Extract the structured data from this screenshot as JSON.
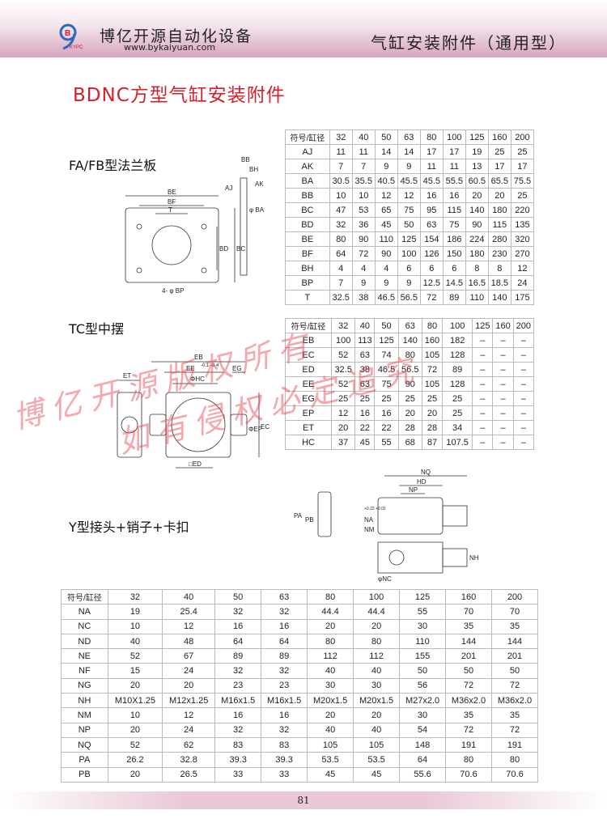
{
  "header": {
    "logo_text": "KYPC",
    "company": "博亿开源自动化设备",
    "url": "www.bykaiyuan.com",
    "section_title": "气缸安装附件（通用型）"
  },
  "page_title": "BDNC方型气缸安装附件",
  "sections": {
    "fa_fb": "FA/FB型法兰板",
    "tc": "TC型中摆",
    "y": "Y型接头+销子+卡扣"
  },
  "watermark": {
    "line1": "博亿开源版权所有",
    "line2": "如有侵权必定追究"
  },
  "drawing_labels": {
    "fa": {
      "be": "BE",
      "bf": "BF",
      "t": "T",
      "bd": "BD",
      "bc": "BC",
      "bp": "4- φ BP",
      "aj": "AJ",
      "ak": "AK",
      "bb": "BB",
      "bh": "BH",
      "ba": "φ BA"
    },
    "tc": {
      "eb": "EB",
      "ee": "EE",
      "tol": "-0.1 -0.4",
      "eg": "EG",
      "et": "ET",
      "hc": "ΦHC",
      "ep": "ΦEP",
      "ec": "EC",
      "ed": "□ED"
    },
    "y": {
      "nq": "NQ",
      "hd": "HD",
      "np": "NP",
      "na": "NA",
      "nm": "NM",
      "tol": "+0.22 +0.02",
      "pa": "PA",
      "pb": "PB",
      "nh": "NH",
      "nc": "φNC"
    }
  },
  "table1": {
    "header": [
      "符号/缸径",
      "32",
      "40",
      "50",
      "63",
      "80",
      "100",
      "125",
      "160",
      "200"
    ],
    "rows": [
      [
        "AJ",
        "11",
        "11",
        "14",
        "14",
        "17",
        "17",
        "19",
        "25",
        "25"
      ],
      [
        "AK",
        "7",
        "7",
        "9",
        "9",
        "11",
        "11",
        "13",
        "17",
        "17"
      ],
      [
        "BA",
        "30.5",
        "35.5",
        "40.5",
        "45.5",
        "45.5",
        "55.5",
        "60.5",
        "65.5",
        "75.5"
      ],
      [
        "BB",
        "10",
        "10",
        "12",
        "12",
        "16",
        "16",
        "20",
        "20",
        "25"
      ],
      [
        "BC",
        "47",
        "53",
        "65",
        "75",
        "95",
        "115",
        "140",
        "180",
        "220"
      ],
      [
        "BD",
        "32",
        "36",
        "45",
        "50",
        "63",
        "75",
        "90",
        "115",
        "135"
      ],
      [
        "BE",
        "80",
        "90",
        "110",
        "125",
        "154",
        "186",
        "224",
        "280",
        "320"
      ],
      [
        "BF",
        "64",
        "72",
        "90",
        "100",
        "126",
        "150",
        "180",
        "230",
        "270"
      ],
      [
        "BH",
        "4",
        "4",
        "4",
        "6",
        "6",
        "6",
        "8",
        "8",
        "12"
      ],
      [
        "BP",
        "7",
        "9",
        "9",
        "9",
        "12.5",
        "14.5",
        "16.5",
        "18.5",
        "24"
      ],
      [
        "T",
        "32.5",
        "38",
        "46.5",
        "56.5",
        "72",
        "89",
        "110",
        "140",
        "175"
      ]
    ]
  },
  "table2": {
    "header": [
      "符号/缸径",
      "32",
      "40",
      "50",
      "63",
      "80",
      "100",
      "125",
      "160",
      "200"
    ],
    "rows": [
      [
        "EB",
        "100",
        "113",
        "125",
        "140",
        "160",
        "182",
        "–",
        "–",
        "–"
      ],
      [
        "EC",
        "52",
        "63",
        "74",
        "80",
        "105",
        "128",
        "–",
        "–",
        "–"
      ],
      [
        "ED",
        "32.5",
        "38",
        "46.5",
        "56.5",
        "72",
        "89",
        "–",
        "–",
        "–"
      ],
      [
        "EE",
        "52",
        "63",
        "75",
        "90",
        "105",
        "128",
        "–",
        "–",
        "–"
      ],
      [
        "EG",
        "25",
        "25",
        "25",
        "25",
        "25",
        "25",
        "–",
        "–",
        "–"
      ],
      [
        "EP",
        "12",
        "16",
        "16",
        "20",
        "20",
        "25",
        "–",
        "–",
        "–"
      ],
      [
        "ET",
        "20",
        "22",
        "22",
        "28",
        "28",
        "34",
        "–",
        "–",
        "–"
      ],
      [
        "HC",
        "37",
        "45",
        "55",
        "68",
        "87",
        "107.5",
        "–",
        "–",
        "–"
      ]
    ]
  },
  "table3": {
    "header": [
      "符号/缸径",
      "32",
      "40",
      "50",
      "63",
      "80",
      "100",
      "125",
      "160",
      "200"
    ],
    "rows": [
      [
        "NA",
        "19",
        "25.4",
        "32",
        "32",
        "44.4",
        "44.4",
        "55",
        "70",
        "70"
      ],
      [
        "NC",
        "10",
        "12",
        "16",
        "16",
        "20",
        "20",
        "30",
        "35",
        "35"
      ],
      [
        "ND",
        "40",
        "48",
        "64",
        "64",
        "80",
        "80",
        "110",
        "144",
        "144"
      ],
      [
        "NE",
        "52",
        "67",
        "89",
        "89",
        "112",
        "112",
        "155",
        "201",
        "201"
      ],
      [
        "NF",
        "15",
        "24",
        "32",
        "32",
        "40",
        "40",
        "50",
        "50",
        "50"
      ],
      [
        "NG",
        "20",
        "20",
        "23",
        "23",
        "30",
        "30",
        "56",
        "72",
        "72"
      ],
      [
        "NH",
        "M10X1.25",
        "M12x1.25",
        "M16x1.5",
        "M16x1.5",
        "M20x1.5",
        "M20x1.5",
        "M27x2.0",
        "M36x2.0",
        "M36x2.0"
      ],
      [
        "NM",
        "10",
        "12",
        "16",
        "16",
        "20",
        "20",
        "30",
        "35",
        "35"
      ],
      [
        "NP",
        "20",
        "24",
        "32",
        "32",
        "40",
        "40",
        "54",
        "72",
        "72"
      ],
      [
        "NQ",
        "52",
        "62",
        "83",
        "83",
        "105",
        "105",
        "148",
        "191",
        "191"
      ],
      [
        "PA",
        "26.2",
        "32.8",
        "39.3",
        "39.3",
        "53.5",
        "53.5",
        "64",
        "80",
        "80"
      ],
      [
        "PB",
        "20",
        "26.5",
        "33",
        "33",
        "45",
        "45",
        "55.6",
        "70.6",
        "70.6"
      ]
    ]
  },
  "page_number": "81",
  "colors": {
    "title_red": "#d4202a",
    "header_pink": "#d5a5bf"
  }
}
